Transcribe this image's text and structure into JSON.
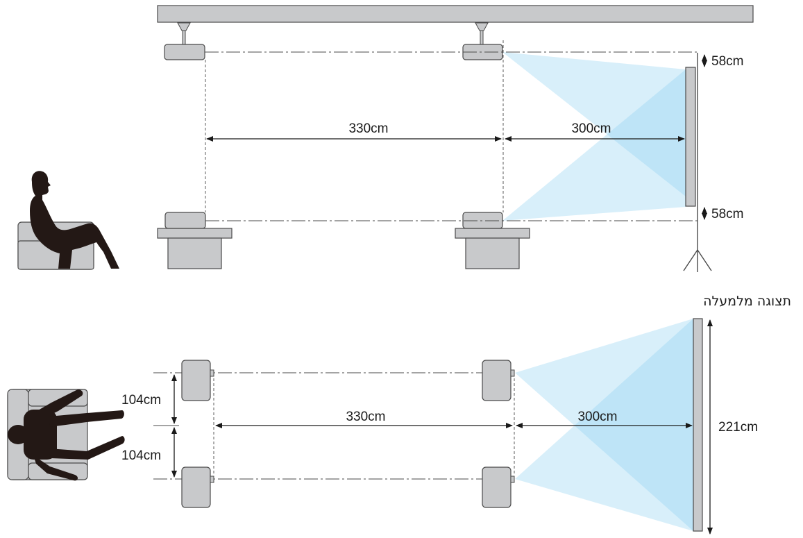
{
  "side_view": {
    "offset_top": "58cm",
    "offset_bottom": "58cm",
    "distance_far": "330cm",
    "distance_near": "300cm"
  },
  "top_view": {
    "caption": "תצוגה מלמעלה",
    "offset_upper": "104cm",
    "offset_lower": "104cm",
    "distance_far": "330cm",
    "distance_near": "300cm",
    "screen_width": "221cm"
  },
  "colors": {
    "equipment_fill": "#c8c9cb",
    "equipment_stroke": "#4a4a4a",
    "beam_fill": "#8fd0f0",
    "silhouette": "#231815"
  }
}
